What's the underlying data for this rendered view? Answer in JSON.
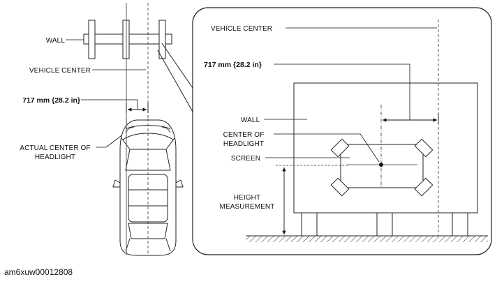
{
  "labels": {
    "wall_left": "WALL",
    "vehicle_center_left": "VEHICLE CENTER",
    "distance_left": "717 mm {28.2 in}",
    "actual_center_line1": "ACTUAL CENTER OF",
    "actual_center_line2": "HEADLIGHT",
    "vehicle_center_right": "VEHICLE CENTER",
    "distance_right": "717 mm {28.2 in}",
    "wall_right": "WALL",
    "center_of_line1": "CENTER OF",
    "center_of_line2": "HEADLIGHT",
    "screen": "SCREEN",
    "height_line1": "HEIGHT",
    "height_line2": "MEASUREMENT"
  },
  "caption": "am6xuw00012808"
}
